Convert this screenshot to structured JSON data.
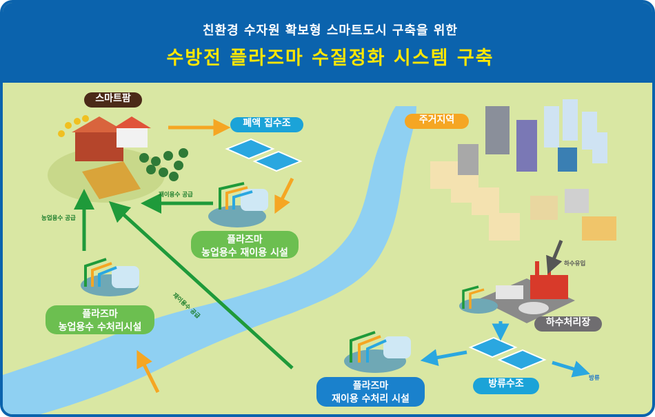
{
  "header": {
    "subtitle": "친환경 수자원 확보형 스마트도시 구축을 위한",
    "title": "수방전 플라즈마 수질정화 시스템 구축"
  },
  "labels": {
    "smart_farm": "스마트팜",
    "waste_collection": "폐액 집수조",
    "residential": "주거지역",
    "plasma_agri_reuse": "플라즈마\n농업용수 재이용 시설",
    "plasma_agri_treatment": "플라즈마\n농업용수 수처리시설",
    "plasma_reuse_treatment": "플라즈마\n재이용 수처리 시설",
    "sewage_plant": "하수처리장",
    "discharge_tank": "방류수조"
  },
  "flow_labels": {
    "reuse_supply_top": "재이용수 공급",
    "agri_supply": "농업용수 공급",
    "reuse_supply_diag": "재이용수 공급",
    "sewage_inflow": "하수유입",
    "discharge": "방류"
  },
  "colors": {
    "header_bg": "#0b63ad",
    "title_yellow": "#ffe600",
    "land": "#d9e7a3",
    "river": "#8fd0f2",
    "arrow_green": "#1f9a3a",
    "arrow_orange": "#f5a623",
    "arrow_blue": "#2aa7e0"
  }
}
